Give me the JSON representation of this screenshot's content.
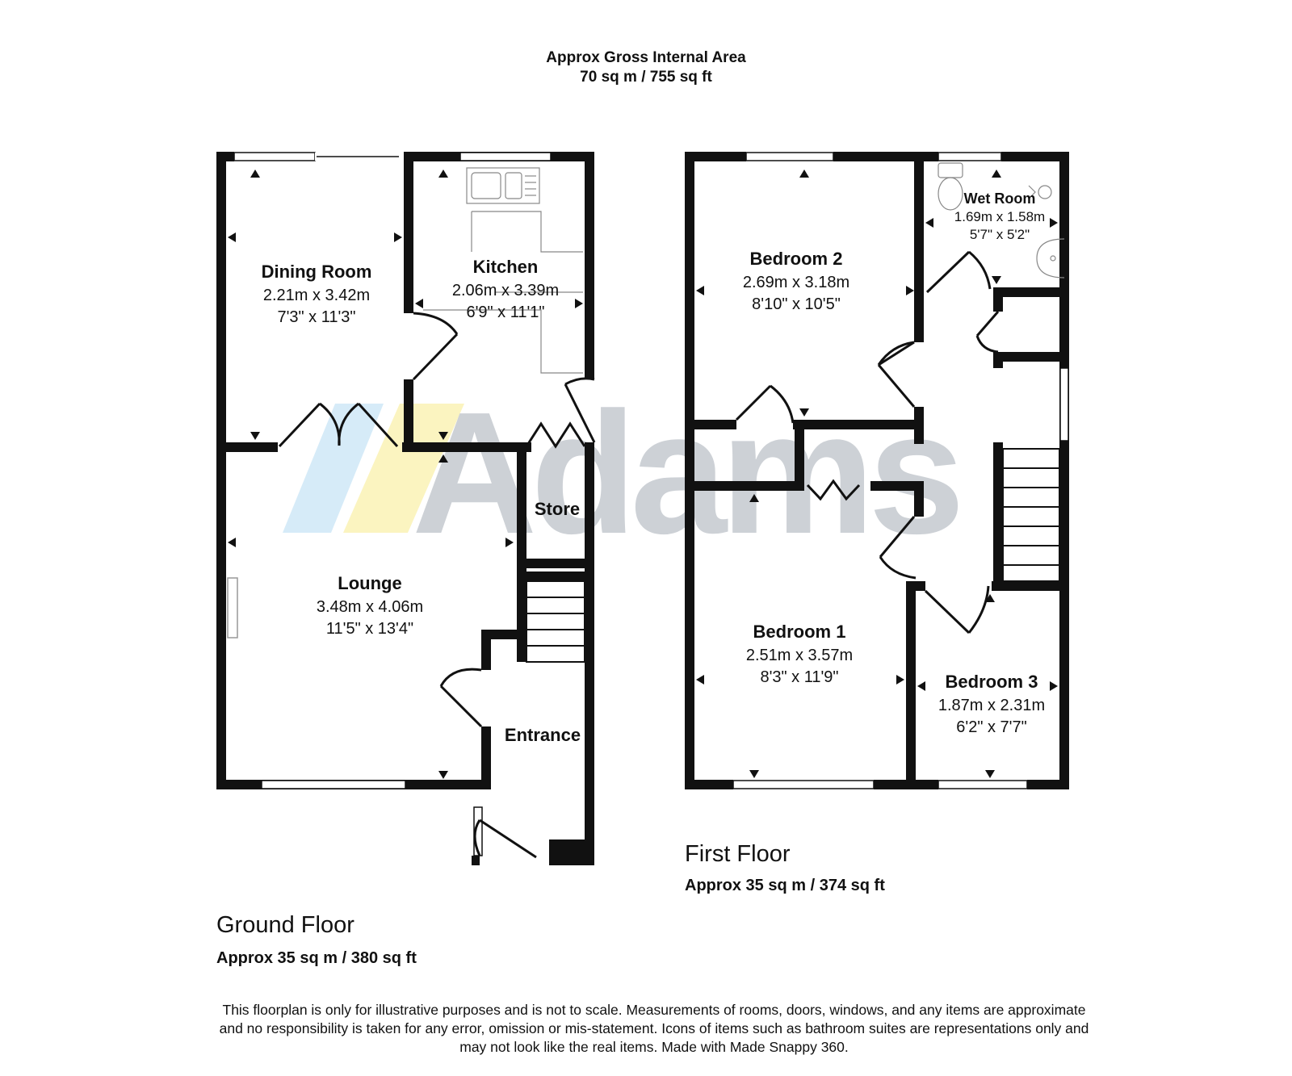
{
  "header": {
    "title": "Approx Gross Internal Area",
    "area": "70 sq m / 755 sq ft"
  },
  "watermark": {
    "text": "Adams",
    "colors": [
      "#cfe6f7",
      "#fbf3b8",
      "#c9cdd3"
    ]
  },
  "ground_floor": {
    "label": "Ground Floor",
    "area": "Approx 35 sq m / 380 sq ft",
    "rooms": {
      "dining": {
        "name": "Dining Room",
        "metric": "2.21m x 3.42m",
        "imperial": "7'3\" x 11'3\""
      },
      "kitchen": {
        "name": "Kitchen",
        "metric": "2.06m x 3.39m",
        "imperial": "6'9\" x 11'1\""
      },
      "lounge": {
        "name": "Lounge",
        "metric": "3.48m x 4.06m",
        "imperial": "11'5\" x 13'4\""
      },
      "store": {
        "name": "Store"
      },
      "entrance": {
        "name": "Entrance"
      }
    }
  },
  "first_floor": {
    "label": "First Floor",
    "area": "Approx 35 sq m / 374 sq ft",
    "rooms": {
      "bedroom2": {
        "name": "Bedroom 2",
        "metric": "2.69m x 3.18m",
        "imperial": "8'10\" x 10'5\""
      },
      "wetroom": {
        "name": "Wet Room",
        "metric": "1.69m x 1.58m",
        "imperial": "5'7\" x 5'2\""
      },
      "bedroom1": {
        "name": "Bedroom 1",
        "metric": "2.51m x 3.57m",
        "imperial": "8'3\" x 11'9\""
      },
      "bedroom3": {
        "name": "Bedroom 3",
        "metric": "1.87m x 2.31m",
        "imperial": "6'2\" x 7'7\""
      }
    }
  },
  "disclaimer": [
    "This floorplan is only for illustrative purposes and is not to scale. Measurements of rooms, doors, windows, and any items are approximate",
    "and no responsibility is taken for any error, omission or mis-statement. Icons of items such as bathroom suites are representations only and",
    "may not look like the real items. Made with Made Snappy 360."
  ]
}
